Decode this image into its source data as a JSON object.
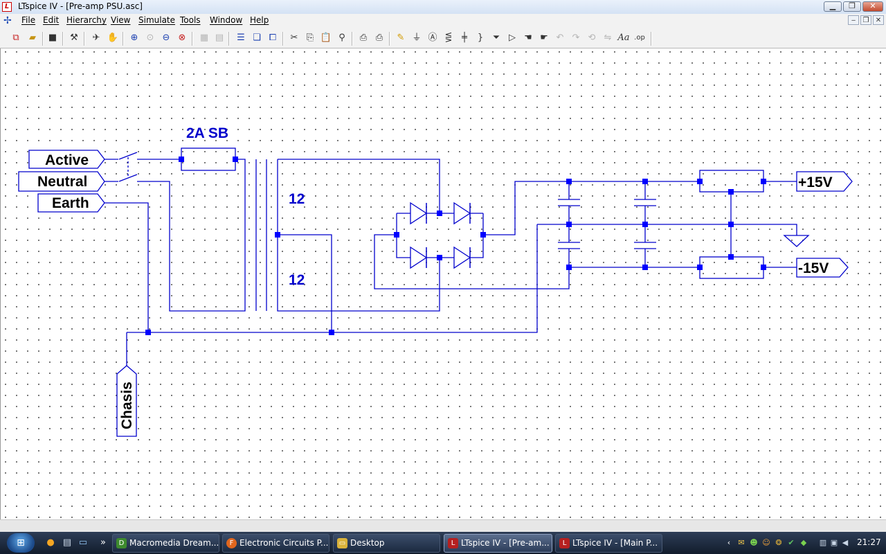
{
  "window": {
    "title": "LTspice IV - [Pre-amp PSU.asc]",
    "app_icon": "lt",
    "buttons": {
      "minimize": "▁",
      "maximize": "❐",
      "close": "✕"
    }
  },
  "menubar": {
    "logo_icon": "✢",
    "items": [
      "File",
      "Edit",
      "Hierarchy",
      "View",
      "Simulate",
      "Tools",
      "Window",
      "Help"
    ],
    "mdi_buttons": {
      "minimize": "‒",
      "restore": "❐",
      "close": "✕"
    }
  },
  "toolbar": {
    "icons": [
      "new-schematic-icon",
      "open-icon",
      "save-icon",
      "control-panel-icon",
      "run-icon",
      "halt-icon",
      "zoom-in-icon",
      "pan-icon",
      "zoom-out-icon",
      "zoom-fit-icon",
      "autoscale-icon",
      "full-screen-icon",
      "tile-icon",
      "cascade-icon",
      "close-all-icon",
      "cut-icon",
      "copy-icon",
      "paste-icon",
      "find-icon",
      "print-setup-icon",
      "print-icon",
      "draw-wire-icon",
      "ground-icon",
      "label-net-icon",
      "resistor-icon",
      "capacitor-icon",
      "inductor-icon",
      "diode-icon",
      "component-icon",
      "move-icon",
      "drag-icon",
      "undo-icon",
      "redo-icon",
      "rotate-icon",
      "mirror-icon",
      "text-icon",
      "spice-directive-icon"
    ]
  },
  "schematic": {
    "fuse_label": "2A SB",
    "winding_top": "12",
    "winding_bottom": "12",
    "ports": {
      "active": "Active",
      "neutral": "Neutral",
      "earth": "Earth",
      "chasis": "Chasis",
      "pos": "+15V",
      "neg": "-15V"
    },
    "colors": {
      "wire": "#0000cc",
      "junction": "#0000ff",
      "text": "#0000cc",
      "label_text": "#000000"
    }
  },
  "taskbar": {
    "start_icon": "windows-logo",
    "quicklaunch": [
      "firefox-icon",
      "explorer-icon",
      "desktop-icon"
    ],
    "overflow": "»",
    "tasks": [
      {
        "label": "Macromedia Dream...",
        "icon": "dreamweaver-icon",
        "color": "#3d8a2e"
      },
      {
        "label": "Electronic Circuits P...",
        "icon": "firefox-icon",
        "color": "#e0661e"
      },
      {
        "label": "Desktop",
        "icon": "folder-icon",
        "color": "#d9b23a"
      },
      {
        "label": "LTspice IV - [Pre-am...",
        "icon": "ltspice-icon",
        "color": "#b52020",
        "active": true
      },
      {
        "label": "LTspice IV - [Main P...",
        "icon": "ltspice-icon",
        "color": "#b52020"
      }
    ],
    "tray_chevron": "‹",
    "clock": "21:27"
  }
}
